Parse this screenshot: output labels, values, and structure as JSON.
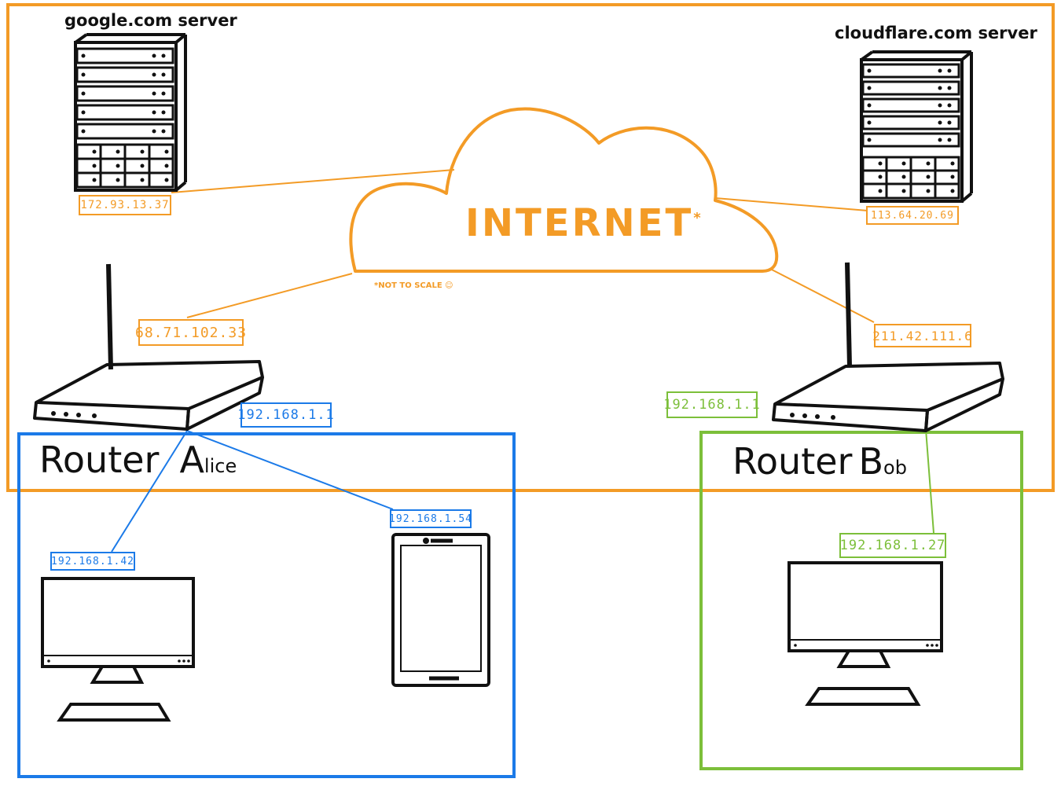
{
  "colors": {
    "internet": "#f39b26",
    "alice": "#1b7ae8",
    "bob": "#7cbf3a",
    "ink": "#111111"
  },
  "servers": {
    "google": {
      "label": "google.com server",
      "ip": "172.93.13.37"
    },
    "cloudflare": {
      "label": "cloudflare.com server",
      "ip": "113.64.20.69"
    }
  },
  "internet": {
    "label": "INTERNET",
    "asterisk": "*",
    "note": "*NOT TO SCALE ☺"
  },
  "routers": {
    "alice": {
      "label_main": "Router",
      "label_name_initial": "A",
      "label_name_rest": "lice",
      "public_ip": "68.71.102.33",
      "private_ip": "192.168.1.1"
    },
    "bob": {
      "label_main": "Router",
      "label_name_initial": "B",
      "label_name_rest": "ob",
      "public_ip": "211.42.111.6",
      "private_ip": "192.168.1.1"
    }
  },
  "devices": {
    "alice_desktop": {
      "ip": "192.168.1.42"
    },
    "alice_phone": {
      "ip": "192.168.1.54"
    },
    "bob_desktop": {
      "ip": "192.168.1.27"
    }
  }
}
